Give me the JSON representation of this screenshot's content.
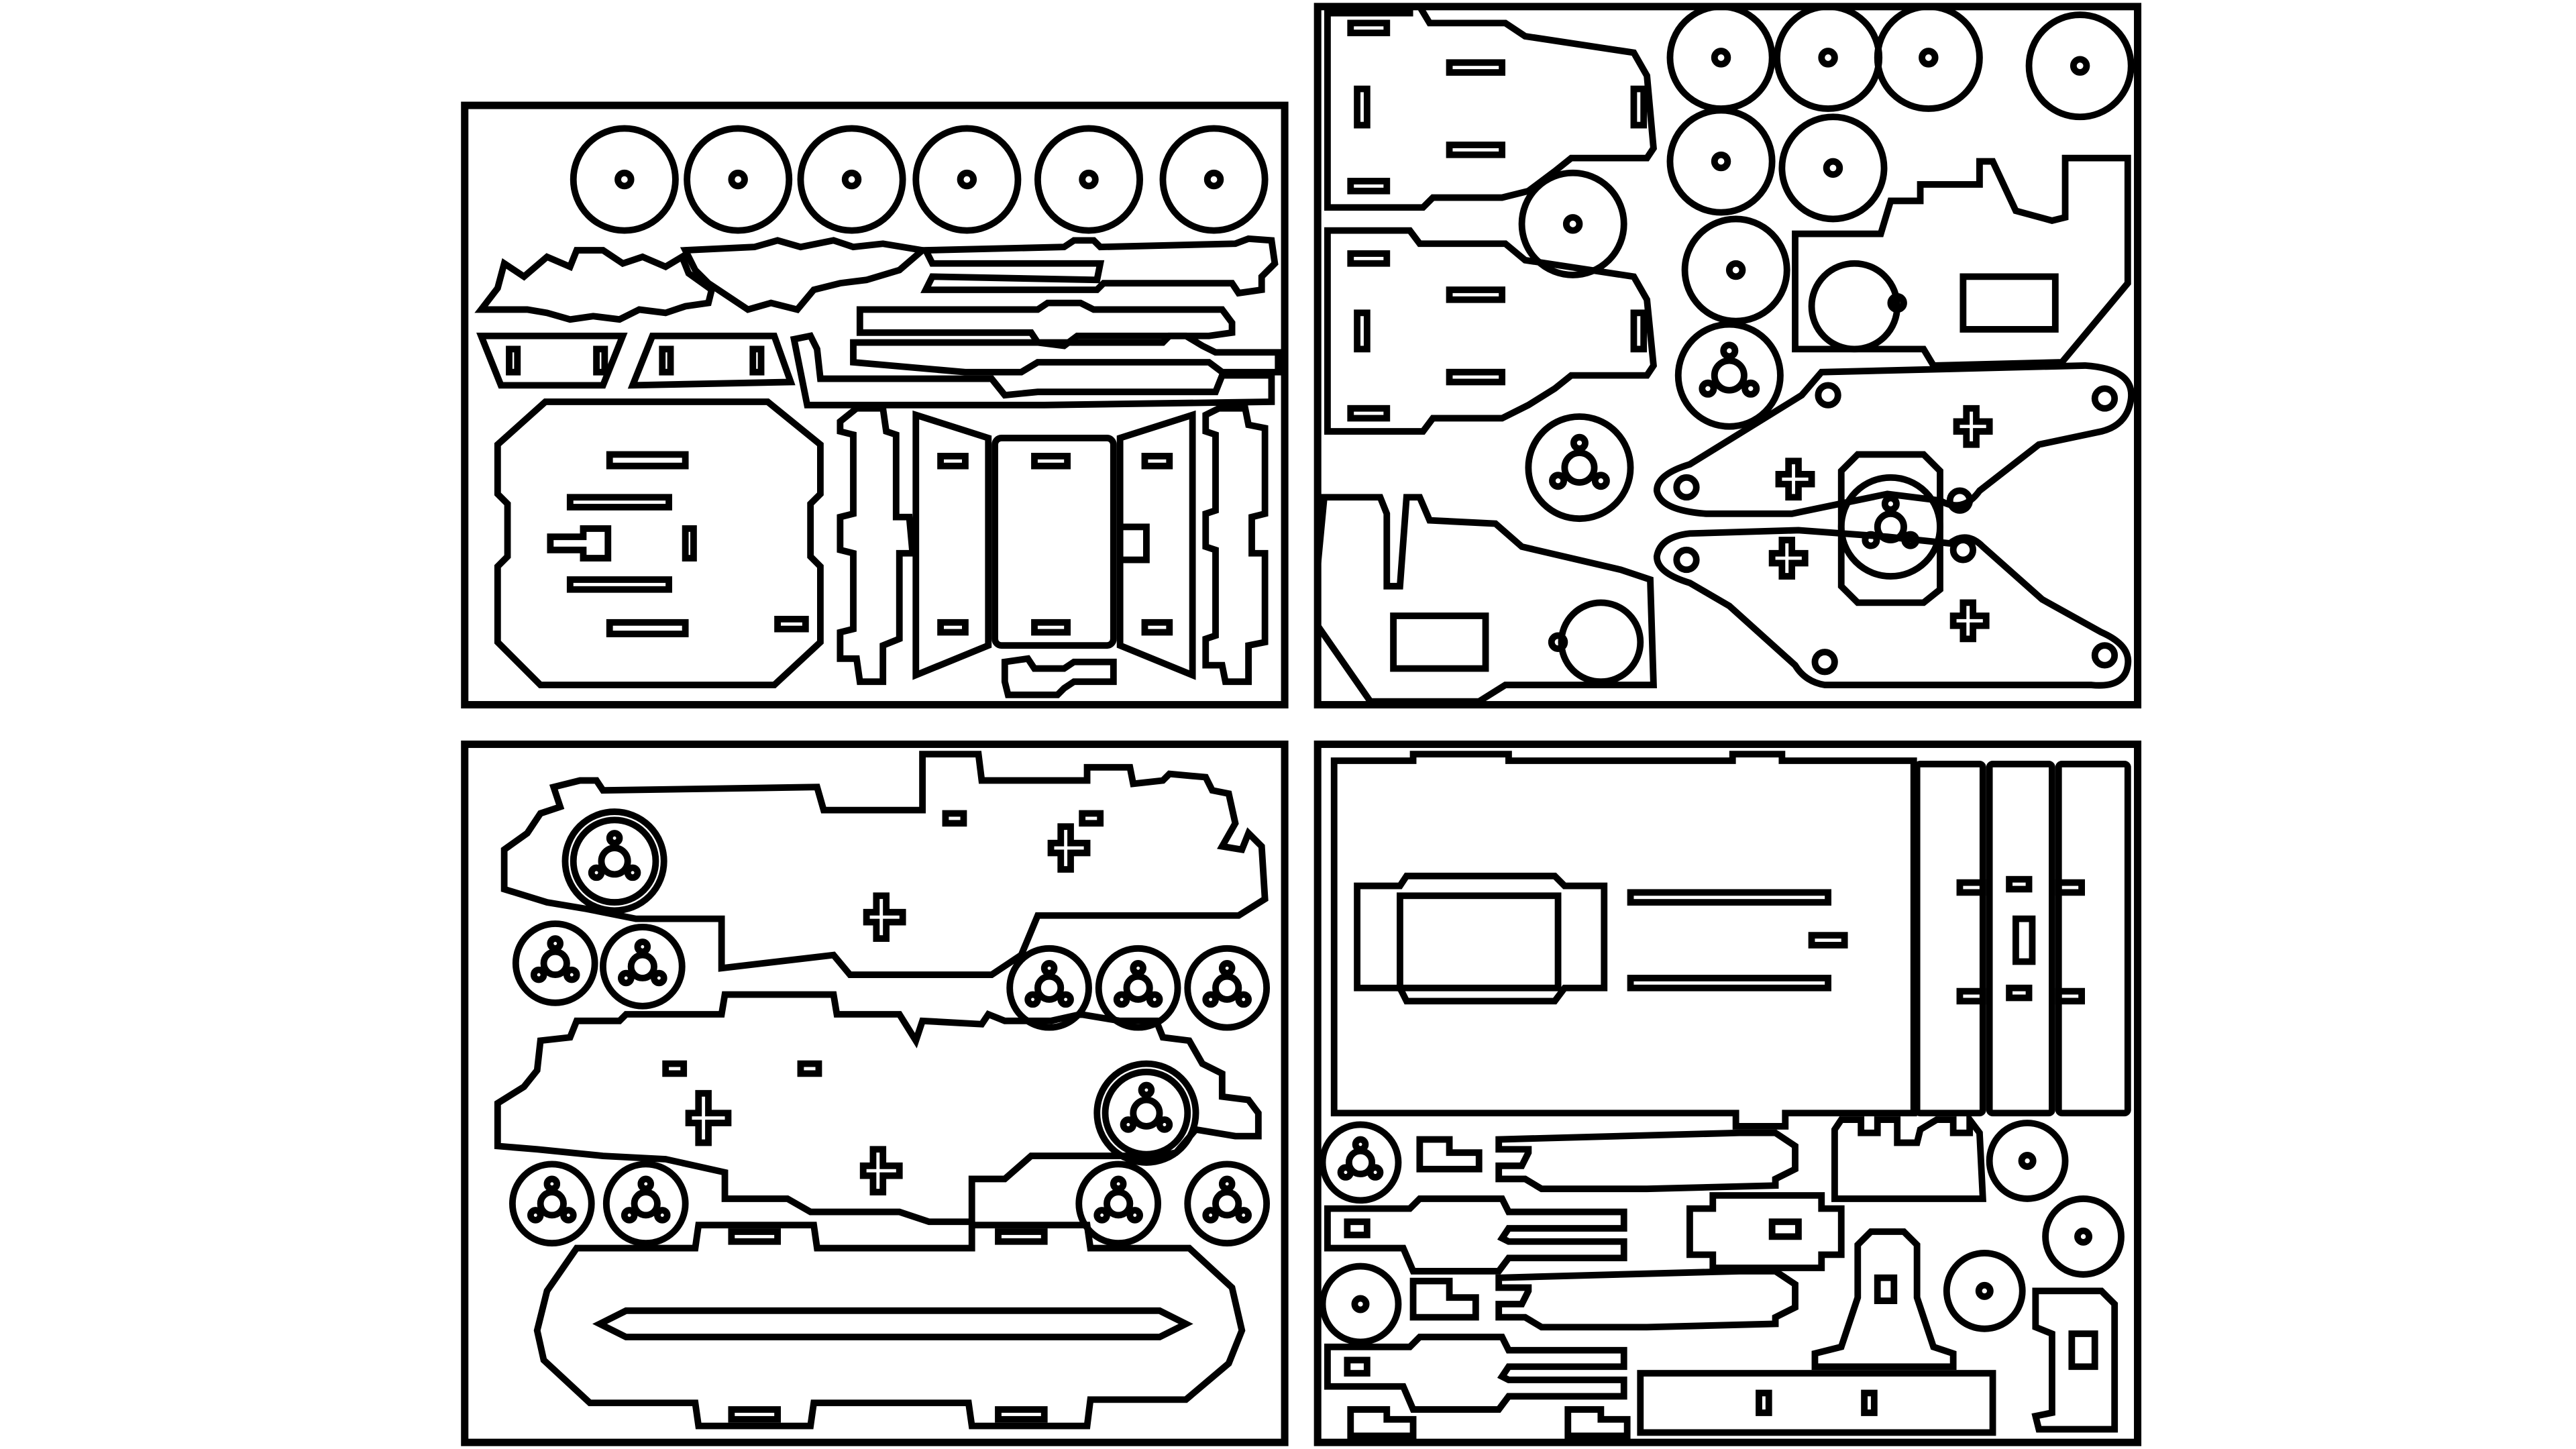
{
  "sheet": {
    "background": "#ffffff",
    "line_color": "#000000"
  },
  "panels": [
    {
      "id": "top-left"
    },
    {
      "id": "top-right"
    },
    {
      "id": "bottom-left"
    },
    {
      "id": "bottom-right"
    }
  ]
}
